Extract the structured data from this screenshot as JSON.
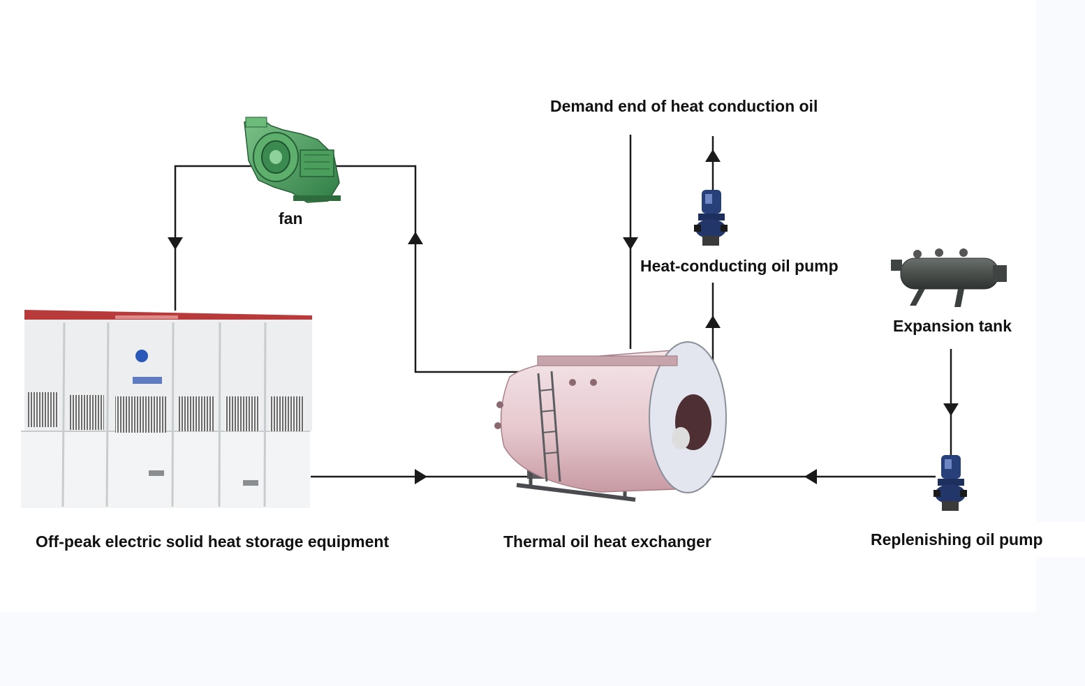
{
  "labels": {
    "demand_end": "Demand end of heat conduction oil",
    "fan": "fan",
    "heat_pump": "Heat-conducting oil pump",
    "expansion_tank": "Expansion tank",
    "storage": "Off-peak electric solid heat storage equipment",
    "exchanger": "Thermal oil heat exchanger",
    "replenish_pump": "Replenishing oil pump"
  },
  "icons": {
    "fan": "centrifugal-fan-icon",
    "storage": "heat-storage-cabinet-icon",
    "exchanger": "boiler-heat-exchanger-icon",
    "pump": "vertical-pump-icon",
    "tank": "expansion-tank-icon"
  },
  "colors": {
    "pipe": "#1a1a1a",
    "fan_green": "#3f9a55",
    "cabinet_roof": "#b83a3a",
    "cabinet_body": "#eceeef",
    "boiler_body": "#e7cfd4",
    "pump_blue": "#27407a",
    "tank_gray": "#4d5250",
    "text": "#111111"
  }
}
